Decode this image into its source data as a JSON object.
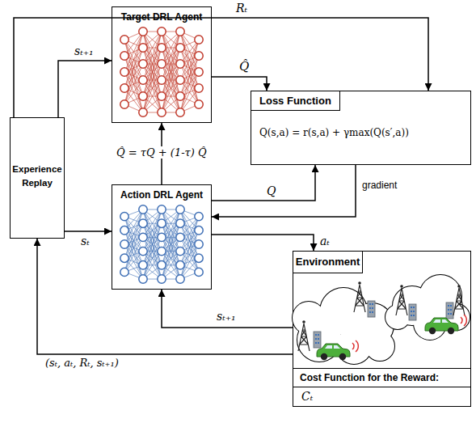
{
  "diagram": {
    "nodes": [
      {
        "text": [
          "Experience Replay"
        ]
      },
      {
        "text": [
          "Target DRL Agent"
        ]
      },
      {
        "text": [
          "Loss Function",
          "Q(s,a) = r(s,a) + γmax(Q(s′,a))"
        ]
      },
      {
        "text": [
          "Action DRL Agent"
        ]
      },
      {
        "text": [
          "Cost Function for the Reward:",
          "Cₜ"
        ]
      },
      {
        "text": [
          "Environment"
        ],
        "in": 4
      }
    ],
    "edges": [
      {
        "from": 0,
        "to": 1,
        "label": "sₜ₊₁",
        "arrow": "to"
      },
      {
        "from": 0,
        "to": 2,
        "label": "Rₜ",
        "arrow": "to"
      },
      {
        "from": 1,
        "to": 2,
        "label": "Q̂",
        "arrow": "to"
      },
      {
        "from": 3,
        "to": 1,
        "label": "Q̂ = τQ + (1-τ) Q̂",
        "arrow": "to"
      },
      {
        "from": 3,
        "to": 2,
        "label": "Q",
        "arrow": "to"
      },
      {
        "from": 2,
        "to": 3,
        "label": "gradient",
        "arrow": "to"
      },
      {
        "from": 0,
        "to": 3,
        "label": "sₜ",
        "arrow": "to"
      },
      {
        "from": 3,
        "to": 4,
        "label": "aₜ",
        "arrow": "to"
      },
      {
        "from": 4,
        "to": 3,
        "label": "sₜ₊₁",
        "arrow": "to"
      },
      {
        "from": 4,
        "to": 0,
        "label": "(sₜ, aₜ, Rₜ, sₜ₊₁)",
        "arrow": "to"
      }
    ]
  }
}
